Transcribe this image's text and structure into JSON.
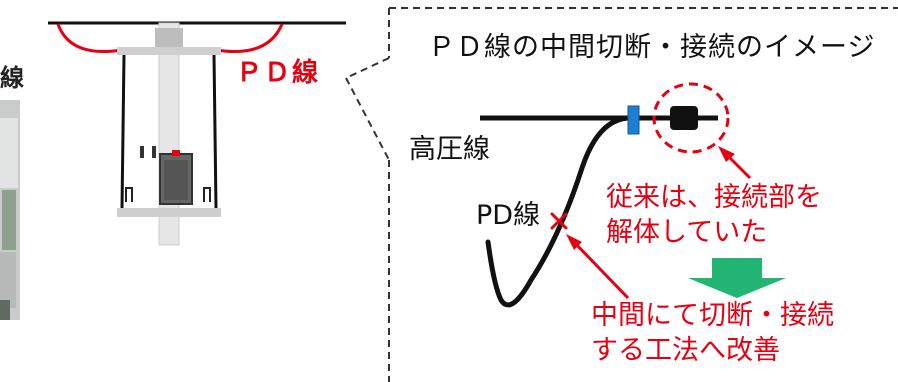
{
  "left_partial_text": "線",
  "pd_wire_label": "ＰＤ線",
  "panel": {
    "title": "ＰＤ線の中間切断・接続のイメージ",
    "high_voltage_label": "高圧線",
    "pd_label": "PD線",
    "note_old": [
      "従来は、接続部を",
      "解体していた"
    ],
    "note_new": [
      "中間にて切断・接続",
      "する工法へ改善"
    ]
  },
  "colors": {
    "accent_red": "#e60012",
    "arrow_green": "#22b573",
    "connector_blue": "#1e7fd0",
    "wire_black": "#111111"
  }
}
